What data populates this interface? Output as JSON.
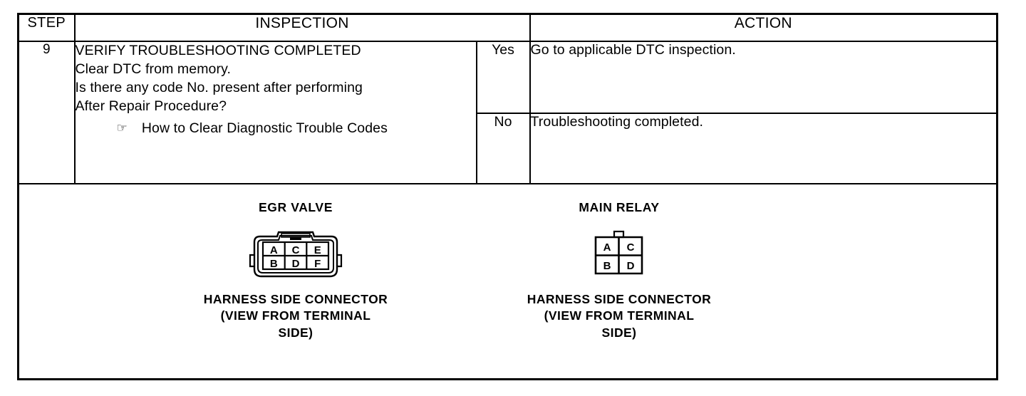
{
  "table": {
    "headers": {
      "step": "STEP",
      "inspection": "INSPECTION",
      "action": "ACTION"
    },
    "row": {
      "step_number": "9",
      "inspection": {
        "line1": "VERIFY TROUBLESHOOTING COMPLETED",
        "line2": "Clear DTC from memory.",
        "line3": "Is there any code No. present after performing",
        "line4": "After Repair Procedure?",
        "reference_icon": "☞",
        "reference": "How to Clear Diagnostic Trouble Codes"
      },
      "results": [
        {
          "label": "Yes",
          "action": "Go to applicable DTC inspection."
        },
        {
          "label": "No",
          "action": "Troubleshooting completed."
        }
      ]
    }
  },
  "figures": [
    {
      "id": "egr-valve",
      "title": "EGR VALVE",
      "caption_line1": "HARNESS SIDE CONNECTOR",
      "caption_line2": "(VIEW FROM TERMINAL SIDE)",
      "connector_type": "6-pin",
      "pins_top": [
        "A",
        "C",
        "E"
      ],
      "pins_bottom": [
        "B",
        "D",
        "F"
      ]
    },
    {
      "id": "main-relay",
      "title": "MAIN RELAY",
      "caption_line1": "HARNESS SIDE CONNECTOR",
      "caption_line2": "(VIEW FROM TERMINAL SIDE)",
      "connector_type": "4-pin",
      "pins_top": [
        "A",
        "C"
      ],
      "pins_bottom": [
        "B",
        "D"
      ]
    }
  ],
  "colors": {
    "ink": "#000000",
    "paper": "#ffffff"
  }
}
